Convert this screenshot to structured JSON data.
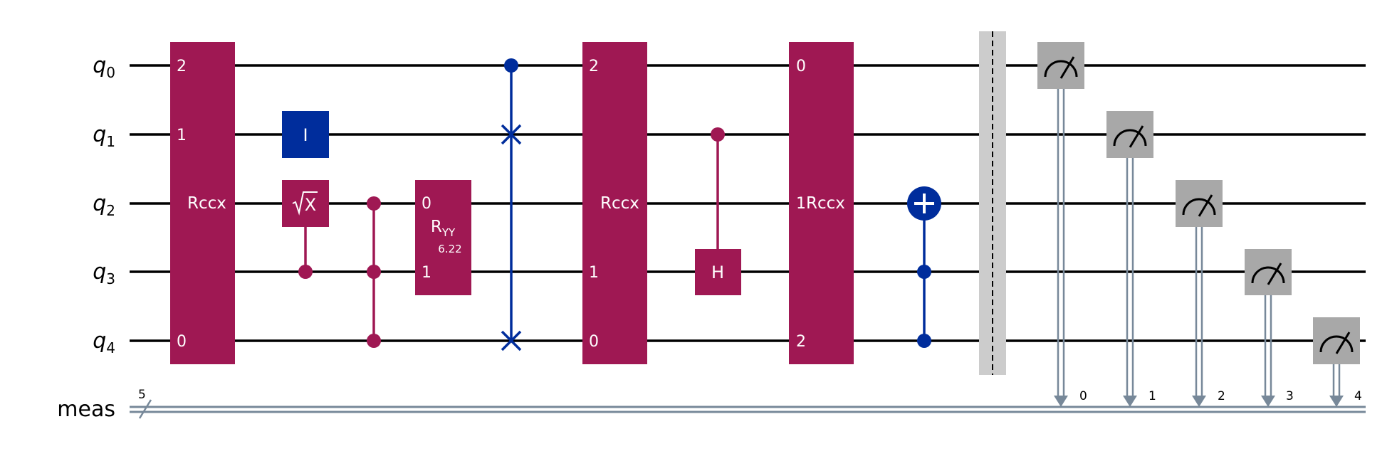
{
  "colors": {
    "wire": "#000000",
    "classical_wire": "#778899",
    "rccx": "#9f1853",
    "id_gate": "#002d9c",
    "swap": "#002d9c",
    "cx": "#002d9c",
    "measure": "#a8a8a8",
    "barrier": "#cccccc"
  },
  "qubits": [
    {
      "letter": "q",
      "sub": "0"
    },
    {
      "letter": "q",
      "sub": "1"
    },
    {
      "letter": "q",
      "sub": "2"
    },
    {
      "letter": "q",
      "sub": "3"
    },
    {
      "letter": "q",
      "sub": "4"
    }
  ],
  "classical": {
    "name": "meas",
    "bits": "5"
  },
  "gates": {
    "rccx1": {
      "label": "Rccx",
      "qubit_labels": [
        "2",
        "1",
        "0"
      ]
    },
    "id": {
      "label": "I"
    },
    "sx": {
      "label": "X",
      "icon": "sqrt-icon"
    },
    "ryy": {
      "label": "R",
      "sub": "YY",
      "param": "6.22",
      "qubit_labels": [
        "0",
        "1"
      ]
    },
    "rccx2": {
      "label": "Rccx",
      "qubit_labels": [
        "2",
        "1",
        "0"
      ]
    },
    "h": {
      "label": "H"
    },
    "rccx3": {
      "label": "Rccx",
      "qubit_labels": [
        "0",
        "1",
        "2"
      ]
    }
  },
  "measure_indices": [
    "0",
    "1",
    "2",
    "3",
    "4"
  ]
}
